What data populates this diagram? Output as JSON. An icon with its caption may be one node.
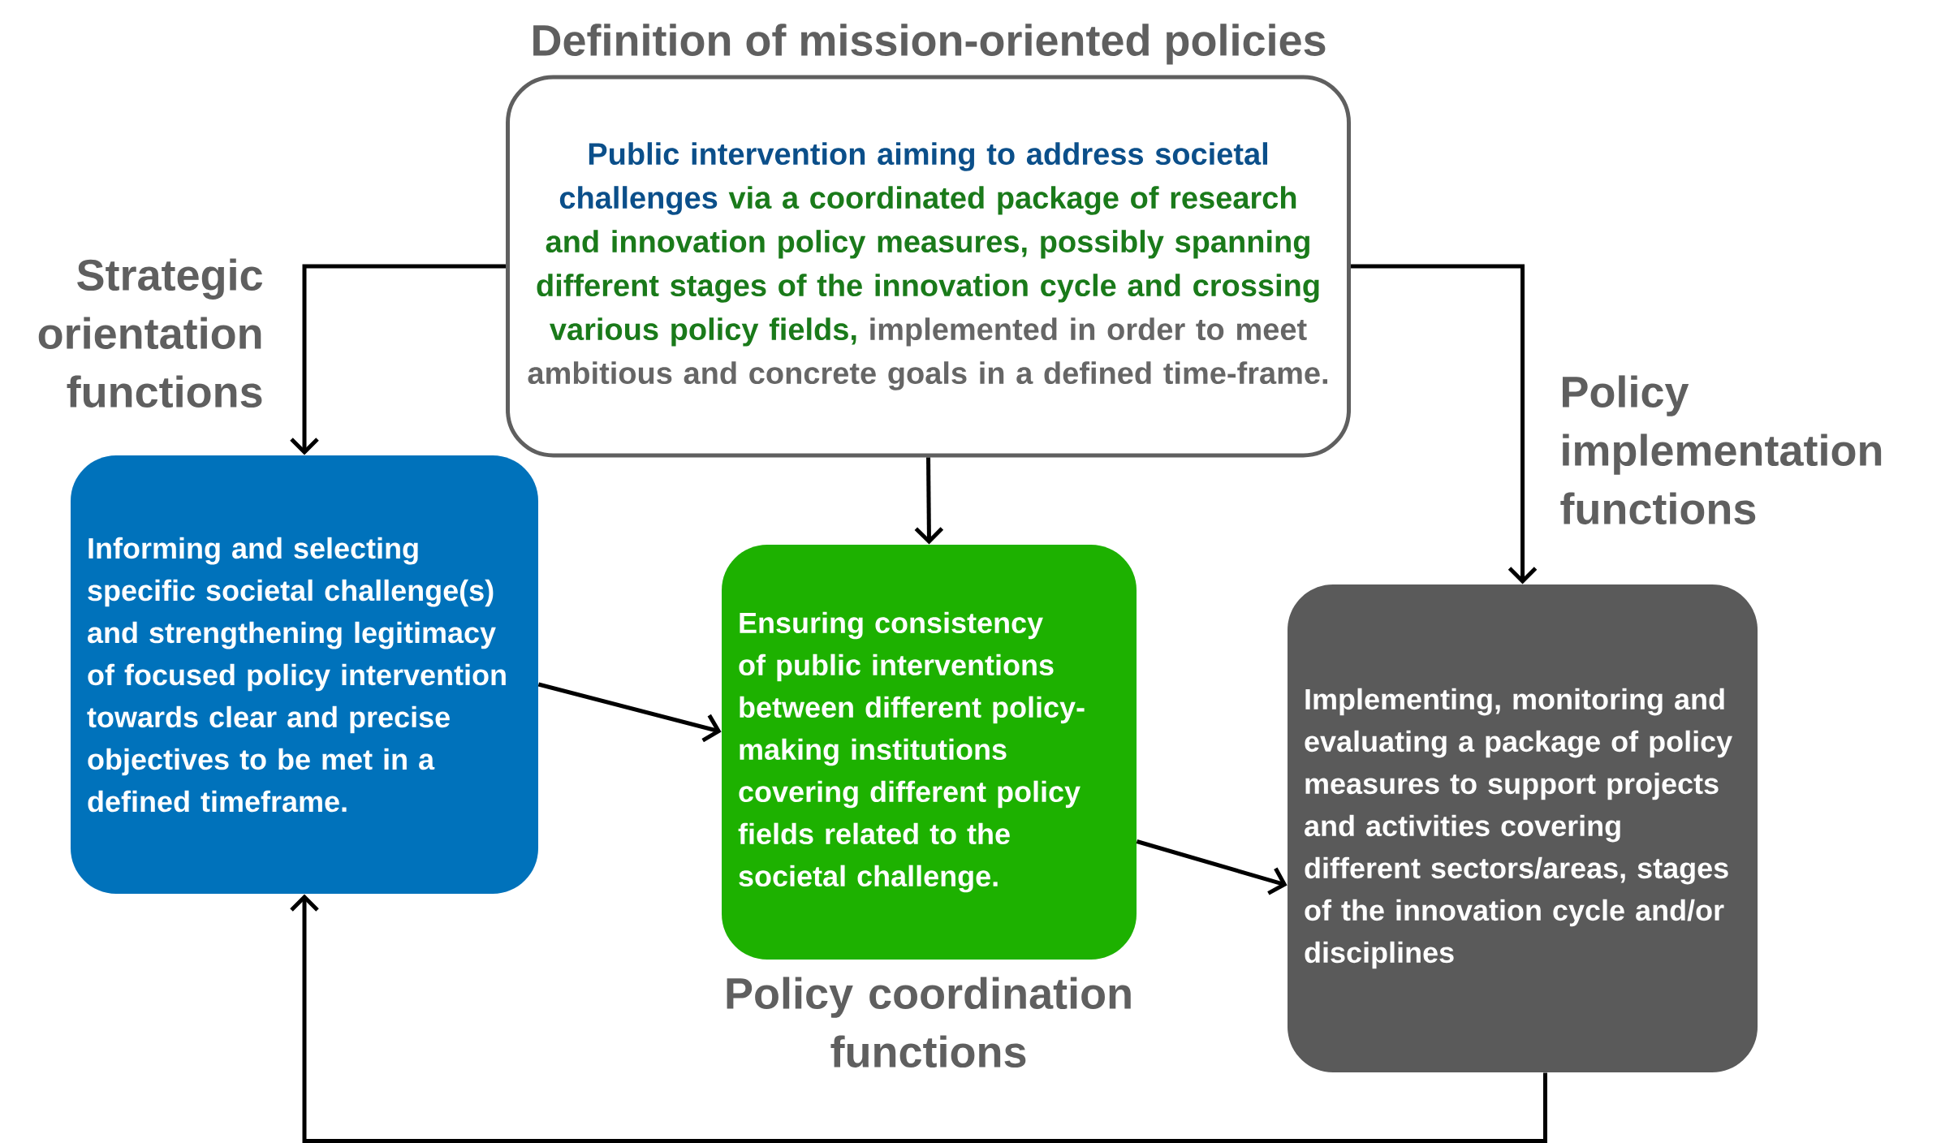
{
  "diagram": {
    "nodes": [
      {
        "text": [
          "Definition of mission-oriented policies",
          "Public intervention aiming to address societal challenges",
          "via a coordinated package of research and innovation policy measures, possibly spanning different stages of the innovation cycle and crossing various policy fields,",
          "implemented in order to meet ambitious and concrete goals in a defined time-frame."
        ]
      },
      {
        "text": [
          "Strategic orientation functions",
          "Informing and selecting specific societal challenge(s) and strengthening legitimacy of focused policy intervention towards clear and precise objectives to be met in a defined timeframe."
        ]
      },
      {
        "text": [
          "Ensuring consistency of public interventions between different policy-making institutions covering different policy fields related to the societal challenge.",
          "Policy coordination functions"
        ]
      },
      {
        "text": [
          "Policy implementation functions",
          "Implementing, monitoring and evaluating a package of policy measures to support projects and activities covering different sectors/areas, stages of the innovation cycle and/or disciplines"
        ]
      }
    ],
    "edges": [
      {
        "from": 0,
        "to": 1,
        "arrow": "to"
      },
      {
        "from": 0,
        "to": 2,
        "arrow": "to"
      },
      {
        "from": 0,
        "to": 3,
        "arrow": "to"
      },
      {
        "from": 1,
        "to": 2,
        "arrow": "to"
      },
      {
        "from": 2,
        "to": 3,
        "arrow": "to"
      },
      {
        "from": 3,
        "to": 1,
        "arrow": "to"
      }
    ]
  }
}
